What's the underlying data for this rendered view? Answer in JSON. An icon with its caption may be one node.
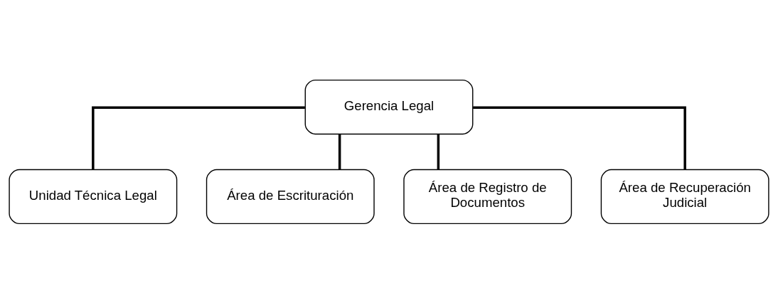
{
  "diagram": {
    "nodes": [
      {
        "text": [
          "Gerencia Legal"
        ]
      },
      {
        "text": [
          "Unidad Técnica Legal"
        ]
      },
      {
        "text": [
          "Área de Escrituración"
        ]
      },
      {
        "text": [
          "Área de Registro de Documentos"
        ]
      },
      {
        "text": [
          "Área de Recuperación Judicial"
        ]
      }
    ],
    "edges": [
      {
        "from": 0,
        "to": 1,
        "arrow": "none"
      },
      {
        "from": 0,
        "to": 2,
        "arrow": "none"
      },
      {
        "from": 0,
        "to": 3,
        "arrow": "none"
      },
      {
        "from": 0,
        "to": 4,
        "arrow": "none"
      }
    ]
  }
}
